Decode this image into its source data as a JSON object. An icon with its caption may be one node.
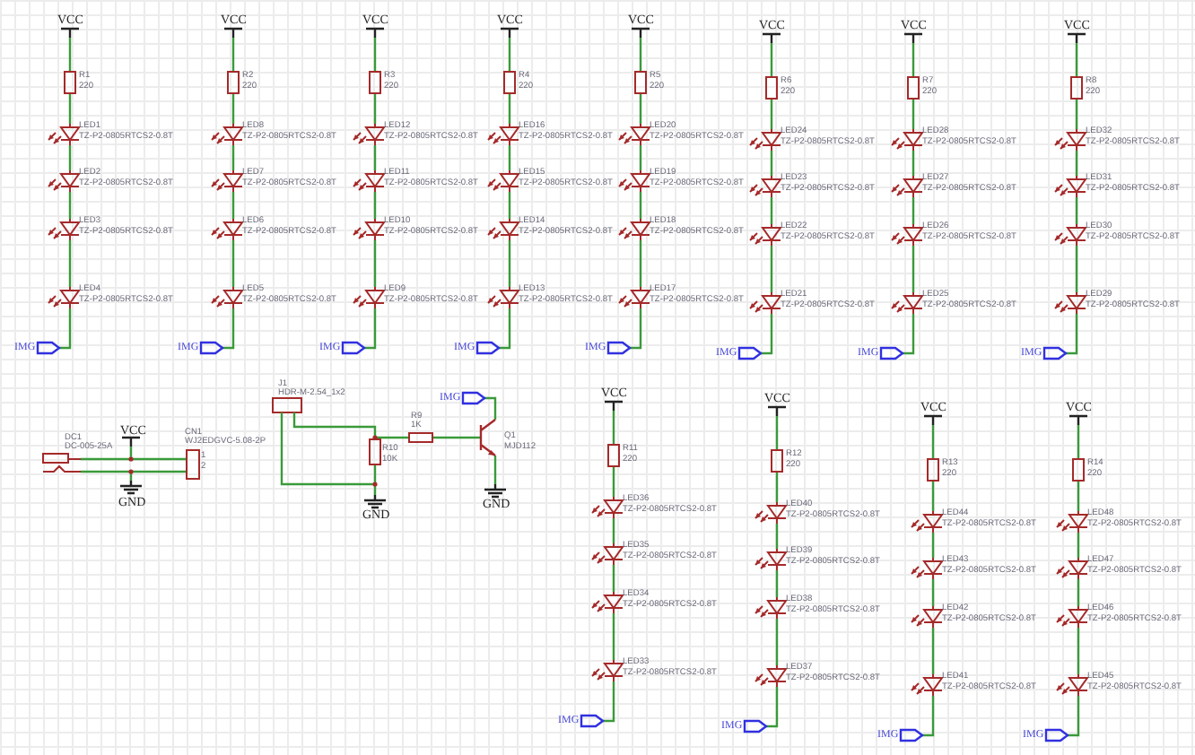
{
  "diagram": {
    "labels": [
      "VCC",
      "R1",
      "220",
      "LED1",
      "TZ-P2-0805RTCS2-0.8T",
      "LED2",
      "TZ-P2-0805RTCS2-0.8T",
      "LED3",
      "TZ-P2-0805RTCS2-0.8T",
      "LED4",
      "TZ-P2-0805RTCS2-0.8T",
      "IMG",
      "VCC",
      "R2",
      "220",
      "LED8",
      "TZ-P2-0805RTCS2-0.8T",
      "LED7",
      "TZ-P2-0805RTCS2-0.8T",
      "LED6",
      "TZ-P2-0805RTCS2-0.8T",
      "LED5",
      "TZ-P2-0805RTCS2-0.8T",
      "IMG",
      "VCC",
      "R3",
      "220",
      "LED12",
      "TZ-P2-0805RTCS2-0.8T",
      "LED11",
      "TZ-P2-0805RTCS2-0.8T",
      "LED10",
      "TZ-P2-0805RTCS2-0.8T",
      "LED9",
      "TZ-P2-0805RTCS2-0.8T",
      "IMG",
      "VCC",
      "R4",
      "220",
      "LED16",
      "TZ-P2-0805RTCS2-0.8T",
      "LED15",
      "TZ-P2-0805RTCS2-0.8T",
      "LED14",
      "TZ-P2-0805RTCS2-0.8T",
      "LED13",
      "TZ-P2-0805RTCS2-0.8T",
      "IMG",
      "VCC",
      "R5",
      "220",
      "LED20",
      "TZ-P2-0805RTCS2-0.8T",
      "LED19",
      "TZ-P2-0805RTCS2-0.8T",
      "LED18",
      "TZ-P2-0805RTCS2-0.8T",
      "LED17",
      "TZ-P2-0805RTCS2-0.8T",
      "IMG",
      "VCC",
      "R6",
      "220",
      "LED24",
      "TZ-P2-0805RTCS2-0.8T",
      "LED23",
      "TZ-P2-0805RTCS2-0.8T",
      "LED22",
      "TZ-P2-0805RTCS2-0.8T",
      "LED21",
      "TZ-P2-0805RTCS2-0.8T",
      "IMG",
      "VCC",
      "R7",
      "220",
      "LED28",
      "TZ-P2-0805RTCS2-0.8T",
      "LED27",
      "TZ-P2-0805RTCS2-0.8T",
      "LED26",
      "TZ-P2-0805RTCS2-0.8T",
      "LED25",
      "TZ-P2-0805RTCS2-0.8T",
      "IMG",
      "VCC",
      "R8",
      "220",
      "LED32",
      "TZ-P2-0805RTCS2-0.8T",
      "LED31",
      "TZ-P2-0805RTCS2-0.8T",
      "LED30",
      "TZ-P2-0805RTCS2-0.8T",
      "LED29",
      "TZ-P2-0805RTCS2-0.8T",
      "IMG",
      "DC1",
      "DC-005-25A",
      "VCC",
      "GND",
      "CN1",
      "WJ2EDGVC-5.08-2P",
      "1",
      "2",
      "J1",
      "HDR-M-2.54_1x2",
      "R9",
      "1K",
      "R10",
      "10K",
      "GND",
      "IMG",
      "Q1",
      "MJD112",
      "GND",
      "VCC",
      "R11",
      "220",
      "LED36",
      "TZ-P2-0805RTCS2-0.8T",
      "LED35",
      "TZ-P2-0805RTCS2-0.8T",
      "LED34",
      "TZ-P2-0805RTCS2-0.8T",
      "LED33",
      "TZ-P2-0805RTCS2-0.8T",
      "IMG",
      "VCC",
      "R12",
      "220",
      "LED40",
      "TZ-P2-0805RTCS2-0.8T",
      "LED39",
      "TZ-P2-0805RTCS2-0.8T",
      "LED38",
      "TZ-P2-0805RTCS2-0.8T",
      "LED37",
      "TZ-P2-0805RTCS2-0.8T",
      "IMG",
      "VCC",
      "R13",
      "220",
      "LED44",
      "TZ-P2-0805RTCS2-0.8T",
      "LED43",
      "TZ-P2-0805RTCS2-0.8T",
      "LED42",
      "TZ-P2-0805RTCS2-0.8T",
      "LED41",
      "TZ-P2-0805RTCS2-0.8T",
      "IMG",
      "VCC",
      "R14",
      "220",
      "LED48",
      "TZ-P2-0805RTCS2-0.8T",
      "LED47",
      "TZ-P2-0805RTCS2-0.8T",
      "LED46",
      "TZ-P2-0805RTCS2-0.8T",
      "LED45",
      "TZ-P2-0805RTCS2-0.8T",
      "IMG"
    ]
  }
}
